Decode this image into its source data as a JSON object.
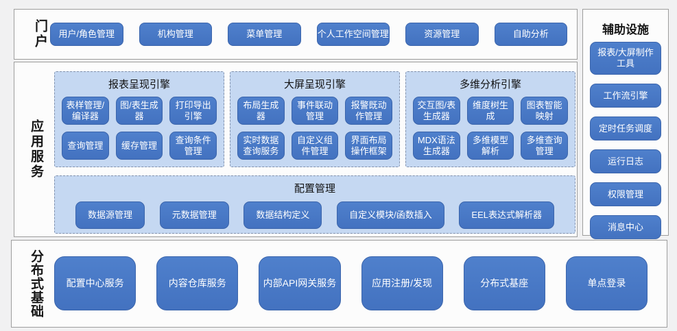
{
  "colors": {
    "page_bg": "#f1f1f2",
    "section_bg": "#fcfcfc",
    "section_border": "#9d9d9d",
    "panel_bg": "#c5d8f2",
    "panel_border_dashed": "#8191ad",
    "node_blue": "#4678c6",
    "node_border": "#3a64ab",
    "node_text": "#ffffff",
    "label_text": "#161616"
  },
  "portal": {
    "label": "门户",
    "buttons": [
      "用户/角色管理",
      "机构管理",
      "菜单管理",
      "个人工作空间管理",
      "资源管理",
      "自助分析"
    ]
  },
  "app_services": {
    "label": "应用服务",
    "engines": [
      {
        "title": "报表呈现引擎",
        "buttons": [
          "表样管理/编译器",
          "图/表生成器",
          "打印导出引擎",
          "查询管理",
          "缓存管理",
          "查询条件管理"
        ]
      },
      {
        "title": "大屏呈现引擎",
        "buttons": [
          "布局生成器",
          "事件联动管理",
          "报警既动作管理",
          "实时数据查询服务",
          "自定义组件管理",
          "界面布局操作框架"
        ]
      },
      {
        "title": "多维分析引擎",
        "buttons": [
          "交互图/表生成器",
          "维度树生成",
          "图表智能映射",
          "MDX语法生成器",
          "多维模型解析",
          "多维查询管理"
        ]
      }
    ],
    "config": {
      "title": "配置管理",
      "buttons": [
        "数据源管理",
        "元数据管理",
        "数据结构定义",
        "自定义模块/函数插入",
        "EEL表达式解析器"
      ]
    }
  },
  "aux": {
    "label": "辅助设施",
    "buttons": [
      "报表/大屏制作工具",
      "工作流引擎",
      "定时任务调度",
      "运行日志",
      "权限管理",
      "消息中心"
    ]
  },
  "distributed": {
    "label": "分布式基础",
    "buttons": [
      "配置中心服务",
      "内容仓库服务",
      "内部API网关服务",
      "应用注册/发现",
      "分布式基座",
      "单点登录"
    ]
  }
}
